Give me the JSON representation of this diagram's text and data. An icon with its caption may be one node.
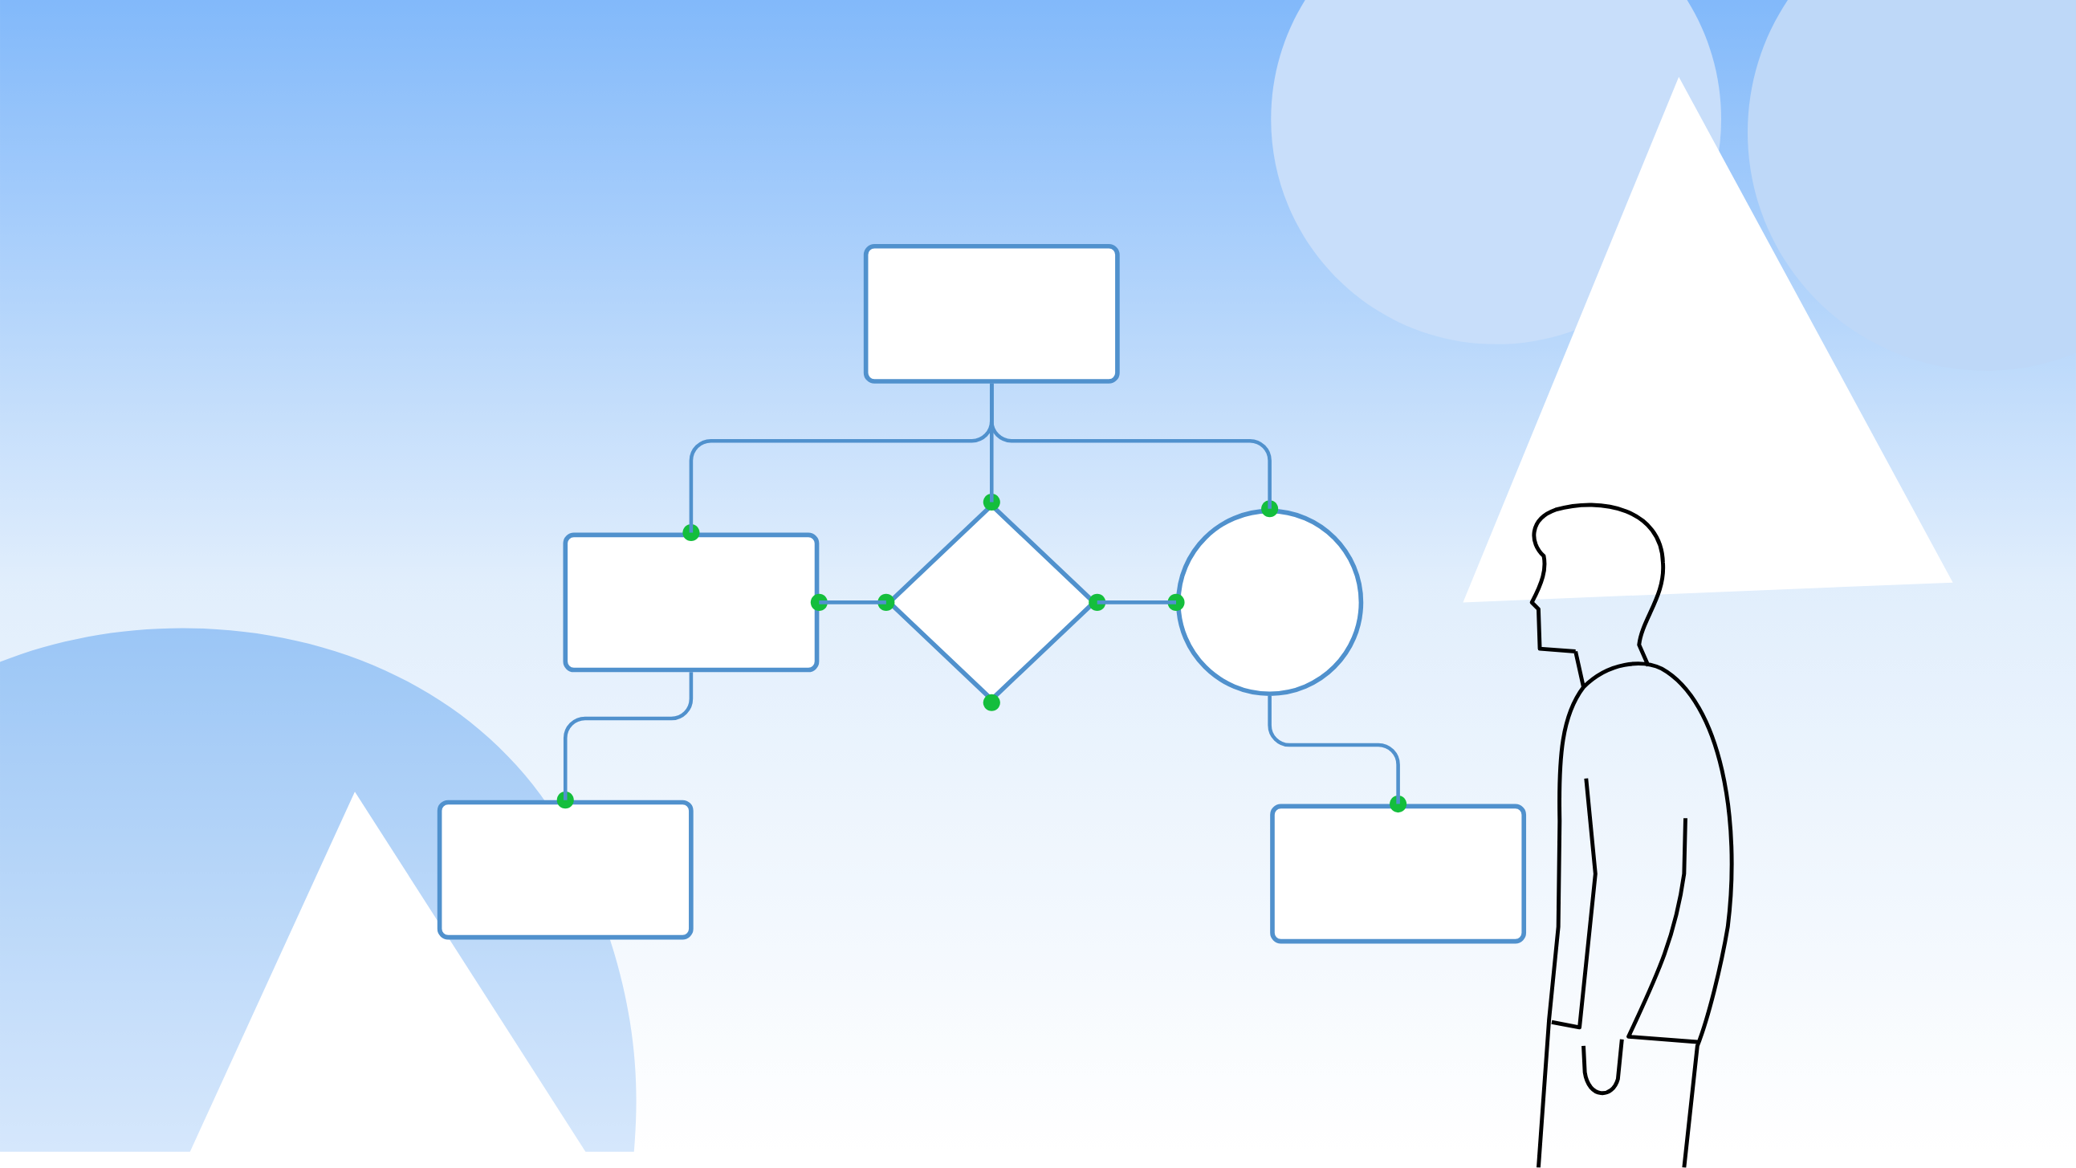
{
  "diagram": {
    "nodes": [
      {
        "text": [],
        "shape": "box"
      },
      {
        "text": [],
        "shape": "box"
      },
      {
        "text": [],
        "shape": "diamond"
      },
      {
        "text": [],
        "shape": "circle"
      },
      {
        "text": [],
        "shape": "box"
      },
      {
        "text": [],
        "shape": "box"
      }
    ],
    "edges": [
      {
        "from": 0,
        "to": 1,
        "arrow": "none"
      },
      {
        "from": 0,
        "to": 2,
        "arrow": "none"
      },
      {
        "from": 0,
        "to": 3,
        "arrow": "none"
      },
      {
        "from": 1,
        "to": 2,
        "arrow": "none"
      },
      {
        "from": 2,
        "to": 3,
        "arrow": "none"
      },
      {
        "from": 1,
        "to": 4,
        "arrow": "none"
      },
      {
        "from": 3,
        "to": 5,
        "arrow": "none"
      }
    ]
  }
}
